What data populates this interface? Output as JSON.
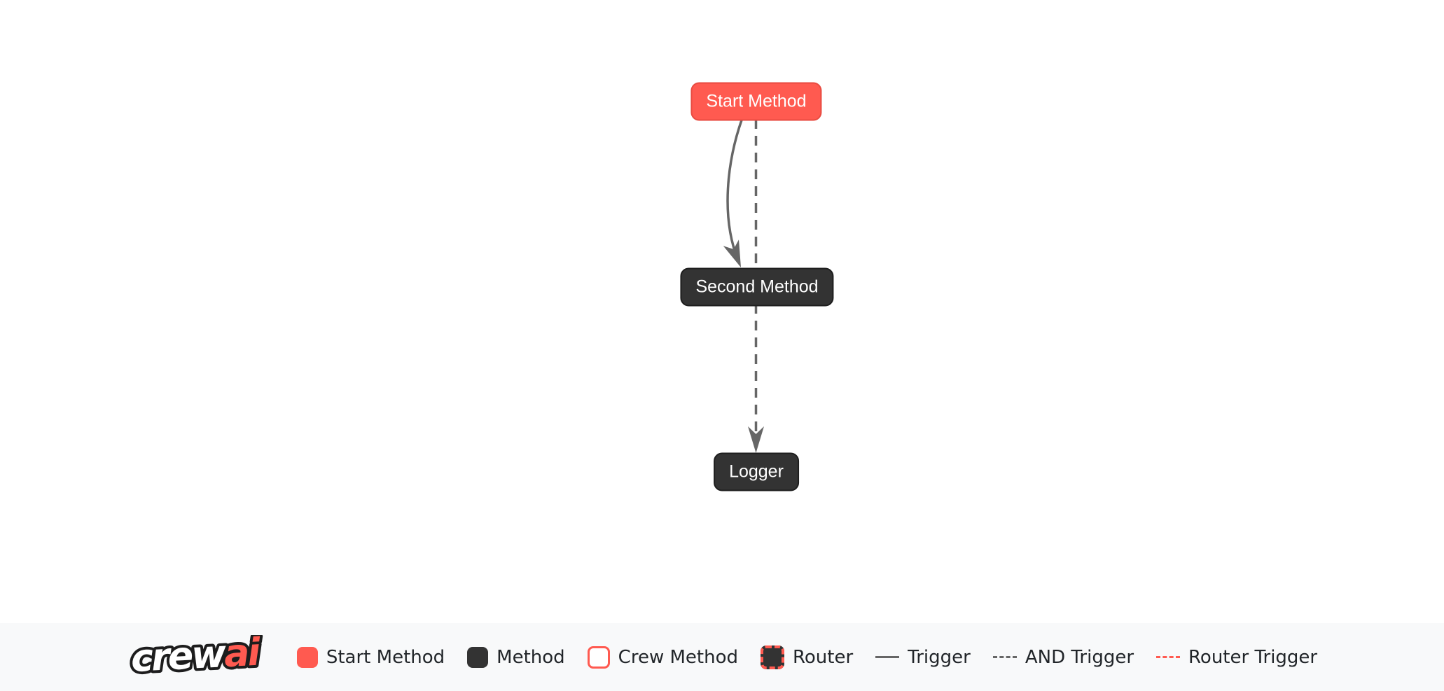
{
  "diagram": {
    "nodes": [
      {
        "id": "start",
        "label": "Start Method",
        "type": "start-method"
      },
      {
        "id": "second",
        "label": "Second Method",
        "type": "method"
      },
      {
        "id": "logger",
        "label": "Logger",
        "type": "method"
      }
    ],
    "edges": [
      {
        "from": "Start Method",
        "to": "Second Method",
        "type": "trigger",
        "style": "solid-curved"
      },
      {
        "from": "Start Method",
        "to": "Logger",
        "type": "and-trigger",
        "style": "dashed-straight"
      }
    ]
  },
  "legend": {
    "logo": {
      "text_white": "crew",
      "text_red": "ai"
    },
    "items": [
      {
        "label": "Start Method",
        "swatch": "start-node-swatch"
      },
      {
        "label": "Method",
        "swatch": "method-node-swatch"
      },
      {
        "label": "Crew Method",
        "swatch": "crew-node-swatch"
      },
      {
        "label": "Router",
        "swatch": "router-node-swatch"
      },
      {
        "label": "Trigger",
        "swatch": "solid-line-swatch"
      },
      {
        "label": "AND Trigger",
        "swatch": "dashed-line-swatch"
      },
      {
        "label": "Router Trigger",
        "swatch": "red-dashed-line-swatch"
      }
    ]
  },
  "colors": {
    "start_node": "#FF5A50",
    "method_node": "#333333",
    "crew_node_border": "#FF5A50",
    "router_border": "#FF5A50",
    "edge": "#666666",
    "router_trigger": "#FF5A50",
    "canvas_bg": "#FFFFFF",
    "legend_bg": "#F8F9FA",
    "legend_text": "#212529",
    "node_text": "#FFFFFF"
  }
}
